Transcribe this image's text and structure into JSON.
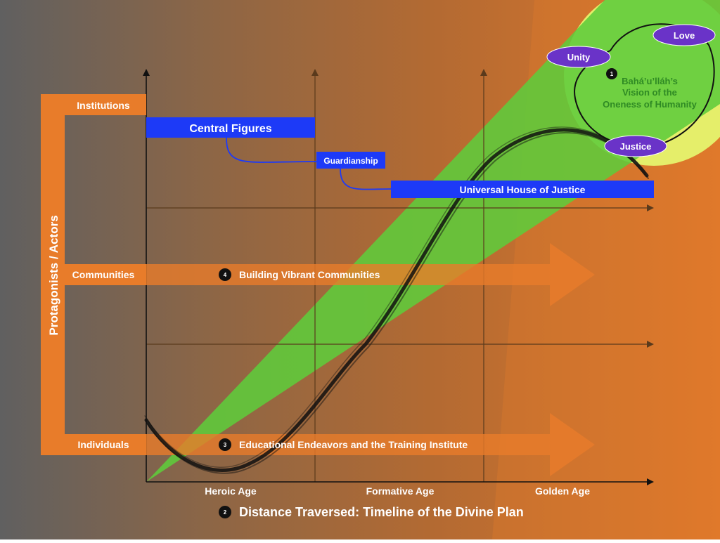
{
  "y_axis_title": "Protagonists / Actors",
  "rows": {
    "institutions": "Institutions",
    "communities": "Communities",
    "individuals": "Individuals"
  },
  "institutions": {
    "central_figures": "Central Figures",
    "guardianship": "Guardianship",
    "uhj": "Universal House of Justice"
  },
  "arrows": {
    "communities": {
      "number": "4",
      "label": "Building Vibrant Communities"
    },
    "individuals": {
      "number": "3",
      "label": "Educational Endeavors and the Training Institute"
    }
  },
  "ages": [
    "Heroic Age",
    "Formative Age",
    "Golden Age"
  ],
  "x_axis_title": {
    "number": "2",
    "label": "Distance Traversed: Timeline of the Divine Plan"
  },
  "vision": {
    "number": "1",
    "line1": "Bahá’u’lláh’s",
    "line2": "Vision of the",
    "line3": "Oneness of Humanity",
    "ovals": {
      "love": "Love",
      "unity": "Unity",
      "justice": "Justice"
    }
  },
  "colors": {
    "orange": "#e87c2a",
    "blue": "#1d3af7",
    "green": "#5fcc3b",
    "yellow": "#e5ee6a",
    "purple": "#6a33c8",
    "vision_text": "#2f8a24"
  }
}
